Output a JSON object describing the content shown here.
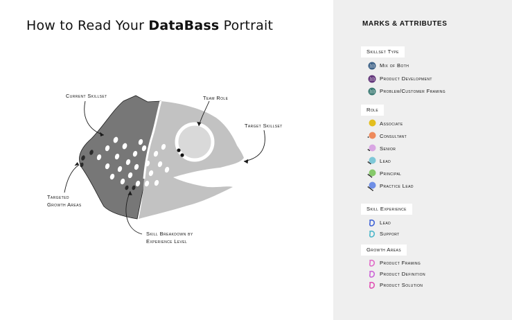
{
  "title": {
    "prefix": "How to Read Your ",
    "brand": "DataBass",
    "suffix": " Portrait"
  },
  "annotations": {
    "current_skillset": "Current Skillset",
    "team_role": "Team Role",
    "target_skillset": "Target Skillset",
    "growth_line1": "Targeted",
    "growth_line2": "Growth Areas",
    "breakdown_line1": "Skill Breakdown by",
    "breakdown_line2": "Experience Level"
  },
  "legend": {
    "title": "MARKS & ATTRIBUTES",
    "sections": [
      {
        "label": "Skillset Type",
        "items": [
          {
            "label": "Mix of Both",
            "color": "#3d6187",
            "icon": "skillset-circle-icon"
          },
          {
            "label": "Product Development",
            "color": "#62357a",
            "icon": "skillset-circle-icon"
          },
          {
            "label": "Problem/Customer Framing",
            "color": "#3b7a73",
            "icon": "skillset-circle-icon"
          }
        ]
      },
      {
        "label": "Role",
        "items": [
          {
            "label": "Associate",
            "color": "#e3be1e",
            "icon": "role-circle-icon",
            "dots": 0
          },
          {
            "label": "Consultant",
            "color": "#ee8a5c",
            "icon": "role-circle-icon",
            "dots": 1
          },
          {
            "label": "Senior",
            "color": "#d9a6e3",
            "icon": "role-circle-icon",
            "dots": 2
          },
          {
            "label": "Lead",
            "color": "#7fc8d8",
            "icon": "role-circle-icon",
            "dots": 3
          },
          {
            "label": "Principal",
            "color": "#86c96a",
            "icon": "role-circle-icon",
            "dots": 4
          },
          {
            "label": "Practice Lead",
            "color": "#6f8fe6",
            "icon": "role-circle-icon",
            "dots": 5
          }
        ]
      },
      {
        "label": "Skill Experience",
        "items": [
          {
            "label": "Lead",
            "color": "#3f62d6",
            "icon": "scale-icon"
          },
          {
            "label": "Support",
            "color": "#4bb6c9",
            "icon": "scale-icon"
          }
        ]
      },
      {
        "label": "Growth Areas",
        "items": [
          {
            "label": "Product Framing",
            "color": "#e06bc8",
            "icon": "growth-scale-icon"
          },
          {
            "label": "Product Definition",
            "color": "#cc63d6",
            "icon": "growth-scale-icon"
          },
          {
            "label": "Product Solution",
            "color": "#e050b4",
            "icon": "growth-scale-icon"
          }
        ]
      }
    ]
  }
}
